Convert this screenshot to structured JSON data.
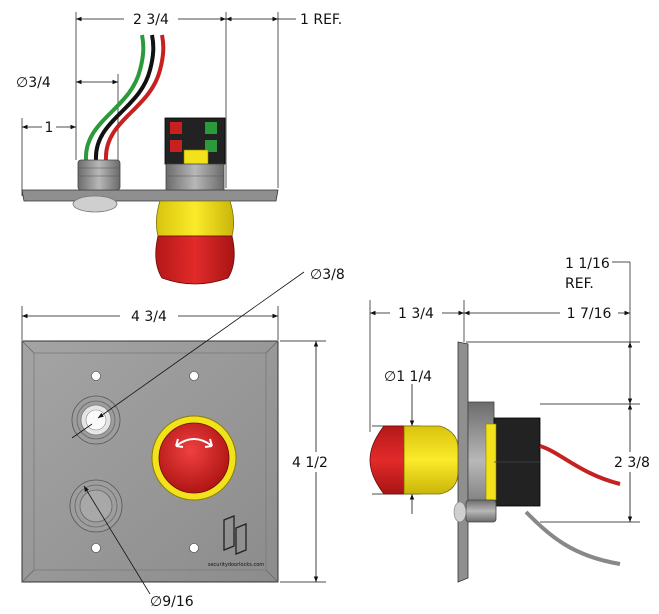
{
  "dimensions": {
    "top_width": "2 3/4",
    "top_ref": "1 REF.",
    "top_wire_dia": "∅3/4",
    "top_one": "1",
    "plate_width": "4 3/4",
    "plate_height": "4 1/2",
    "hole_small_dia": "∅3/8",
    "hole_large_dia": "∅9/16",
    "side_depth_left": "1 3/4",
    "side_depth_right": "1 7/16",
    "side_top_ref_1": "1 1/16",
    "side_top_ref_2": "REF.",
    "side_button_dia": "∅1 1/4",
    "side_height": "2 3/8"
  },
  "logo_text": "securitydoorlocks.com",
  "colors": {
    "plate": "#9a9a9a",
    "button_red": "#d41f1f",
    "button_yellow": "#f2e21c",
    "wire_red": "#c62020",
    "wire_green": "#2a9a3a",
    "wire_black": "#111111"
  }
}
